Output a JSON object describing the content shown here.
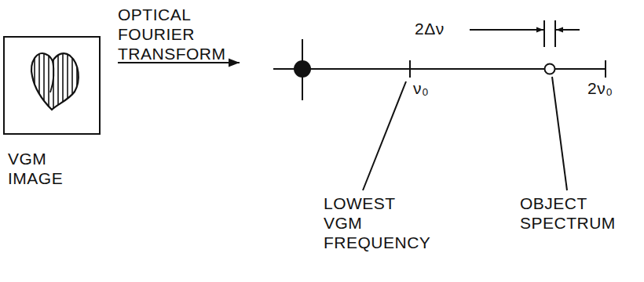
{
  "diagram": {
    "nodes": [
      {
        "text": [
          "VGM IMAGE"
        ]
      }
    ],
    "labels": [
      "OPTICAL FOURIER TRANSFORM",
      "2Δν",
      "ν₀",
      "2ν₀",
      "LOWEST VGM FREQUENCY",
      "OBJECT SPECTRUM"
    ]
  }
}
